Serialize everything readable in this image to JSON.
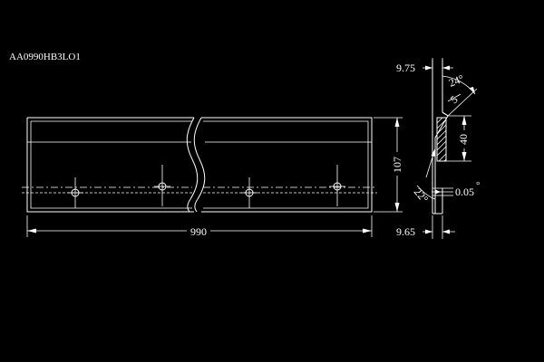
{
  "drawing": {
    "part_number": "AA0990HB3LO1",
    "dimensions": {
      "length": "990",
      "height": "107",
      "top_thickness": "9.75",
      "bottom_thickness": "9.65",
      "bevel_height": "40",
      "top_angle": "24°",
      "small_value": "5",
      "bottom_angle": "22°",
      "tip_value": "0.05"
    }
  }
}
